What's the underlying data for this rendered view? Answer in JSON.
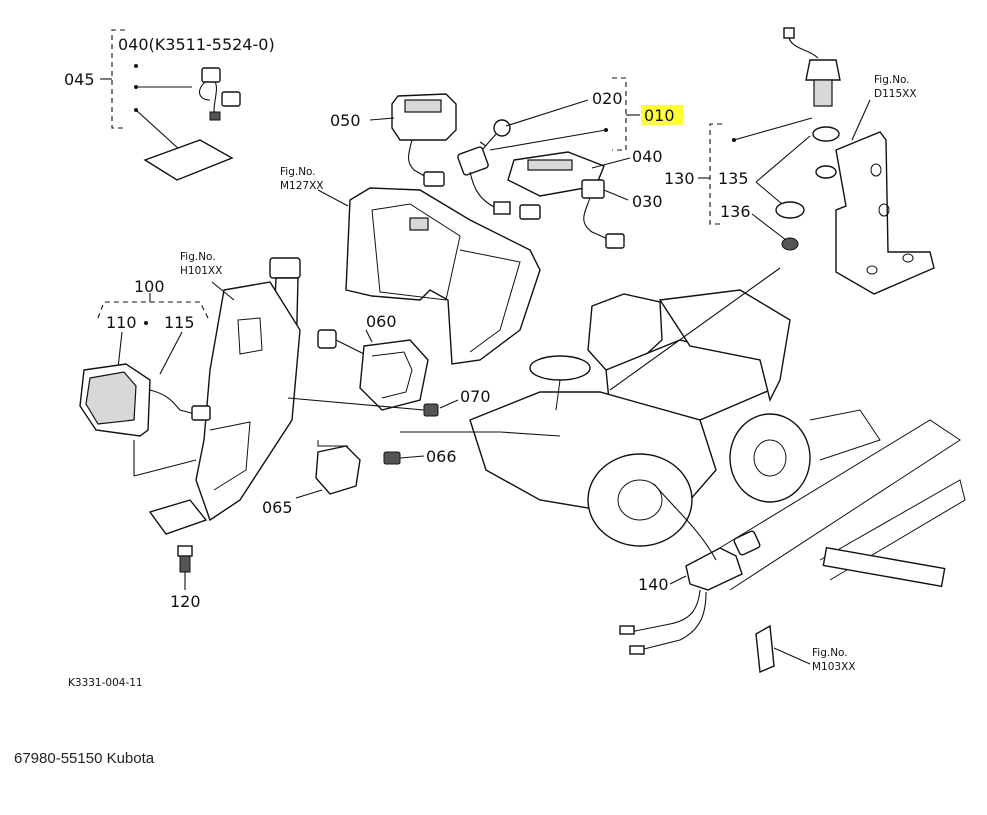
{
  "diagram": {
    "callouts": {
      "c040_group": "040(K3511-5524-0)",
      "c045": "045",
      "c020": "020",
      "c010": "010",
      "c050": "050",
      "c040": "040",
      "c030": "030",
      "c130": "130",
      "c135": "135",
      "c136": "136",
      "c100": "100",
      "c110": "110",
      "c115": "115",
      "c060": "060",
      "c070": "070",
      "c066": "066",
      "c065": "065",
      "c120": "120",
      "c140": "140"
    },
    "fig_refs": {
      "d115": {
        "line1": "Fig.No.",
        "line2": "D115XX"
      },
      "m127": {
        "line1": "Fig.No.",
        "line2": "M127XX"
      },
      "h101": {
        "line1": "Fig.No.",
        "line2": "H101XX"
      },
      "m103": {
        "line1": "Fig.No.",
        "line2": "M103XX"
      }
    },
    "drawing_code": "K3331-004-11",
    "highlight_color": "#ffff33"
  },
  "caption": "67980-55150 Kubota"
}
